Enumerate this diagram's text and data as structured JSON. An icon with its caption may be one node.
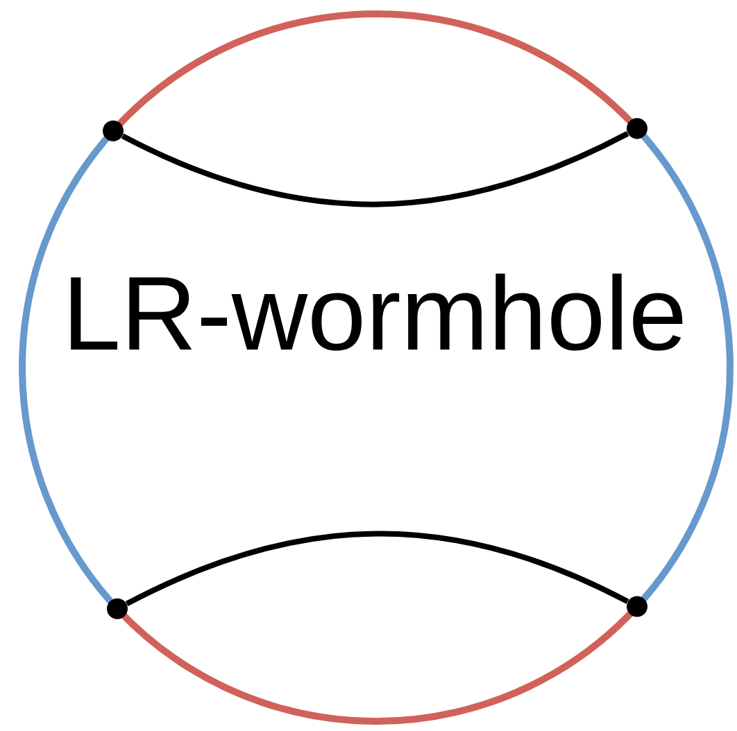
{
  "diagram": {
    "nodes": [
      {
        "text": [],
        "shape": "circle"
      },
      {
        "text": [],
        "shape": "circle"
      },
      {
        "text": [],
        "shape": "circle"
      },
      {
        "text": [],
        "shape": "circle"
      }
    ],
    "edges": [
      {
        "from": 0,
        "to": 1,
        "arrow": "none"
      },
      {
        "from": 2,
        "to": 3,
        "arrow": "none"
      }
    ],
    "labels": [
      "LR-wormhole"
    ]
  }
}
